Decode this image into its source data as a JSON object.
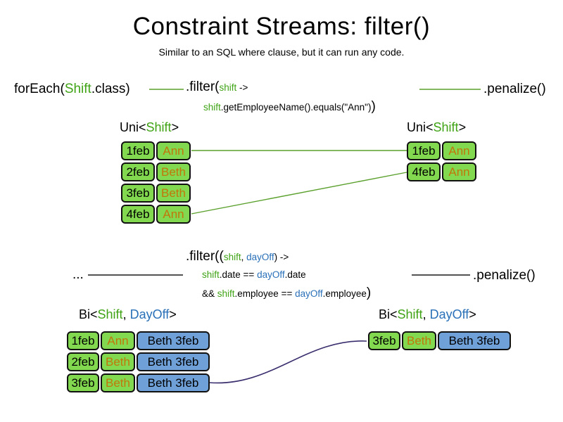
{
  "title": "Constraint Streams: filter()",
  "subtitle": "Similar to an SQL where clause, but it can run any code.",
  "s1": {
    "foreach": {
      "a": "forEach(",
      "b": "Shift",
      "c": ".class)"
    },
    "filter_head": {
      "a": ".filter(",
      "b": "shift",
      "c": " ->"
    },
    "filter_body": {
      "a": "shift",
      "b": ".getEmployeeName().equals(\"Ann\")",
      "c": ")"
    },
    "penalize": ".penalize()",
    "left_label": {
      "a": "Uni<",
      "b": "Shift",
      "c": ">"
    },
    "right_label": {
      "a": "Uni<",
      "b": "Shift",
      "c": ">"
    },
    "left_rows": [
      {
        "date": "1feb",
        "name": "Ann"
      },
      {
        "date": "2feb",
        "name": "Beth"
      },
      {
        "date": "3feb",
        "name": "Beth"
      },
      {
        "date": "4feb",
        "name": "Ann"
      }
    ],
    "right_rows": [
      {
        "date": "1feb",
        "name": "Ann"
      },
      {
        "date": "4feb",
        "name": "Ann"
      }
    ]
  },
  "s2": {
    "ellipsis": "...",
    "filter_head": {
      "a": ".filter((",
      "b": "shift",
      "c": ", ",
      "d": "dayOff",
      "e": ") ->"
    },
    "line2": {
      "a": "shift",
      "b": ".date == ",
      "c": "dayOff",
      "d": ".date"
    },
    "line3": {
      "a": "&& ",
      "b": "shift",
      "c": ".employee == ",
      "d": "dayOff",
      "e": ".employee",
      "f": ")"
    },
    "penalize": ".penalize()",
    "left_label": {
      "a": "Bi<",
      "b": "Shift",
      "c": ", ",
      "d": "DayOff",
      "e": ">"
    },
    "right_label": {
      "a": "Bi<",
      "b": "Shift",
      "c": ", ",
      "d": "DayOff",
      "e": ">"
    },
    "left_rows": [
      {
        "date": "1feb",
        "name": "Ann",
        "off": "Beth 3feb"
      },
      {
        "date": "2feb",
        "name": "Beth",
        "off": "Beth 3feb"
      },
      {
        "date": "3feb",
        "name": "Beth",
        "off": "Beth 3feb"
      }
    ],
    "right_rows": [
      {
        "date": "3feb",
        "name": "Beth",
        "off": "Beth 3feb"
      }
    ]
  },
  "colors": {
    "green_text": "#3fa315",
    "orange_text": "#c1760b",
    "blue_text": "#2970b8",
    "green_fill": "#82d94f",
    "blue_fill": "#6fa0d8",
    "line_green": "#5aa02c",
    "line_dark": "#1a1a1a",
    "line_purple": "#3b2e6e"
  }
}
